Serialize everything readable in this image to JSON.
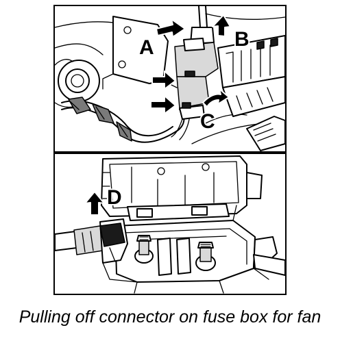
{
  "callouts": {
    "a": "A",
    "b": "B",
    "c": "C",
    "d": "D"
  },
  "caption": "Pulling off connector on fuse box for fan"
}
